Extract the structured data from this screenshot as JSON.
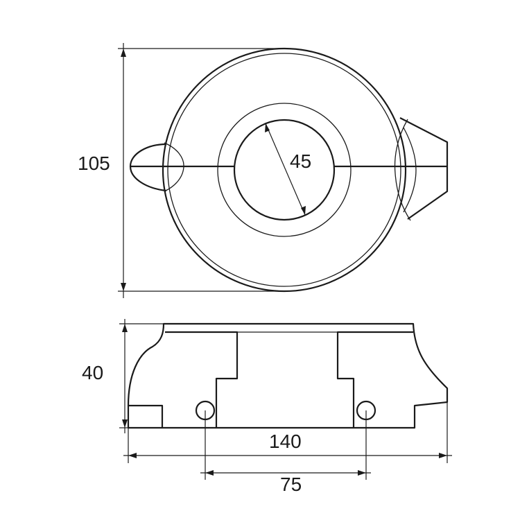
{
  "dimensions": {
    "top_height": "105",
    "bore_diameter": "45",
    "side_height": "40",
    "overall_width": "140",
    "hole_spacing": "75"
  }
}
